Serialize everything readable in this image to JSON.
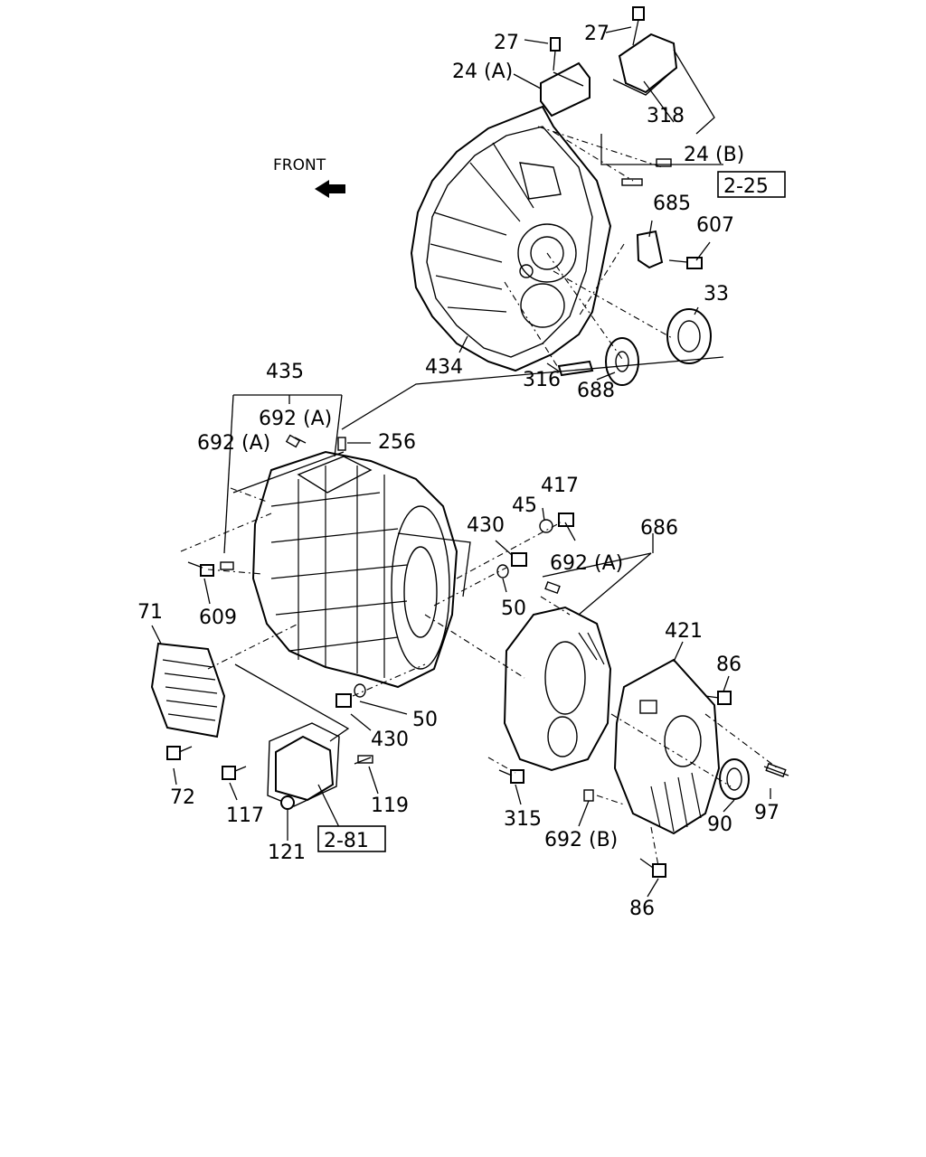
{
  "diagram": {
    "front_label": "FRONT",
    "callouts": {
      "c27a": "27",
      "c27b": "27",
      "c24a": "24 (A)",
      "c318": "318",
      "c24b": "24 (B)",
      "c685": "685",
      "c607": "607",
      "c33": "33",
      "c434": "434",
      "c316": "316",
      "c688": "688",
      "c435": "435",
      "c692a1": "692 (A)",
      "c692a2": "692 (A)",
      "c256": "256",
      "c417": "417",
      "c45": "45",
      "c430a": "430",
      "c686": "686",
      "c692a3": "692 (A)",
      "c50a": "50",
      "c609": "609",
      "c71": "71",
      "c421": "421",
      "c86a": "86",
      "c50b": "50",
      "c430b": "430",
      "c72": "72",
      "c117": "117",
      "c119": "119",
      "c121": "121",
      "c315": "315",
      "c90": "90",
      "c97": "97",
      "c692b": "692 (B)",
      "c86b": "86"
    },
    "references": {
      "ref225": "2-25",
      "ref281": "2-81"
    }
  }
}
